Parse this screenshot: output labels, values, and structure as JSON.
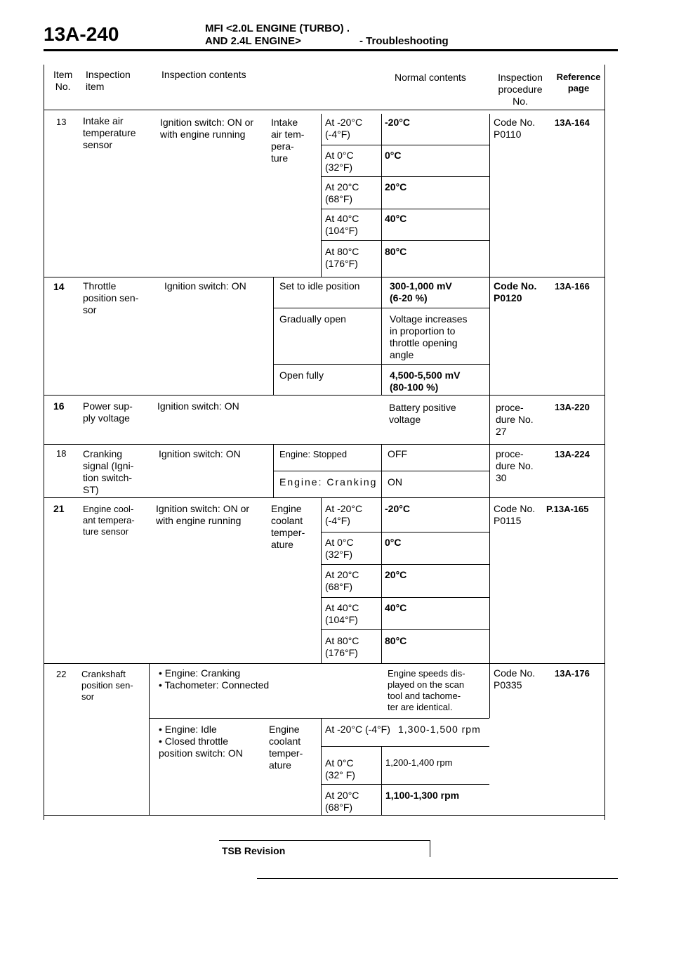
{
  "header": {
    "page_number": "13A-240",
    "title_line1": "MFI <2.0L ENGINE (TURBO) .",
    "title_line2": "AND 2.4L ENGINE>",
    "subtitle": "- Troubleshooting"
  },
  "columns": {
    "item_no": "Item\nNo.",
    "inspection_item": "Inspection\nitem",
    "inspection_contents": "Inspection contents",
    "normal_contents": "Normal contents",
    "inspection_procedure": "Inspection\nprocedure\nNo.",
    "reference_page": "Reference\npage"
  },
  "rows": [
    {
      "no": "13",
      "item": "Intake air\ntemperature\nsensor",
      "condition": "Ignition switch: ON or\nwith engine running",
      "subject": "Intake\nair tem-\npera-\nture",
      "checks": [
        {
          "label": "At -20°C\n(-4°F)",
          "value": "-20°C"
        },
        {
          "label": "At 0°C\n(32°F)",
          "value": "0°C"
        },
        {
          "label": "At 20°C\n(68°F)",
          "value": "20°C"
        },
        {
          "label": "At 40°C\n(104°F)",
          "value": "40°C"
        },
        {
          "label": "At 80°C\n(176°F)",
          "value": "80°C"
        }
      ],
      "procedure": "Code No.\nP0110",
      "page": "13A-164"
    },
    {
      "no": "14",
      "item": "Throttle\nposition sen-\nsor",
      "condition": "Ignition switch: ON",
      "checks": [
        {
          "label": "Set to idle position",
          "value": "300-1,000 mV\n(6-20 %)"
        },
        {
          "label": "Gradually open",
          "value": "Voltage increases\nin proportion to\nthrottle opening\nangle"
        },
        {
          "label": "Open fully",
          "value": "4,500-5,500 mV\n(80-100 %)"
        }
      ],
      "procedure": "Code No.\nP0120",
      "page": "13A-166"
    },
    {
      "no": "16",
      "item": "Power sup-\nply voltage",
      "condition": "Ignition switch: ON",
      "value": "Battery positive\nvoltage",
      "procedure": "proce-\ndure No.\n27",
      "page": "13A-220"
    },
    {
      "no": "18",
      "item": "Cranking\nsignal (Igni-\ntion switch-\nST)",
      "condition": "Ignition switch: ON",
      "checks": [
        {
          "label": "Engine: Stopped",
          "value": "OFF"
        },
        {
          "label": "Engine: Cranking",
          "value": "ON"
        }
      ],
      "procedure": "proce-\ndure No.\n30",
      "page": "13A-224"
    },
    {
      "no": "21",
      "item": "Engine cool-\nant tempera-\nture sensor",
      "condition": "Ignition switch: ON or\nwith engine running",
      "subject": "Engine\ncoolant\ntemper-\nature",
      "checks": [
        {
          "label": "At -20°C\n(-4°F)",
          "value": "-20°C"
        },
        {
          "label": "At 0°C\n(32°F)",
          "value": "0°C"
        },
        {
          "label": "At 20°C\n(68°F)",
          "value": "20°C"
        },
        {
          "label": "At 40°C\n(104°F)",
          "value": "40°C"
        },
        {
          "label": "At 80°C\n(176°F)",
          "value": "80°C"
        }
      ],
      "procedure": "Code No.\nP0115",
      "page": "P.13A-165"
    },
    {
      "no": "22",
      "item": "Crankshaft\nposition sen-\nsor",
      "condition1": "• Engine: Cranking\n• Tachometer: Connected",
      "value1": "Engine speeds dis-\nplayed on the scan\ntool and tachome-\nter are identical.",
      "condition2": "• Engine: Idle\n• Closed throttle\n  position switch: ON",
      "subject": "Engine\ncoolant\ntemper-\nature",
      "checks": [
        {
          "label": "At -20°C (-4°F)",
          "value": "1,300-1,500 rpm"
        },
        {
          "label": "At 0°C\n(32° F)",
          "value": "1,200-1,400 rpm"
        },
        {
          "label": "At 20°C\n(68°F)",
          "value": "1,100-1,300 rpm"
        }
      ],
      "procedure": "Code No.\nP0335",
      "page": "13A-176"
    }
  ],
  "footer": {
    "revision": "TSB Revision"
  }
}
